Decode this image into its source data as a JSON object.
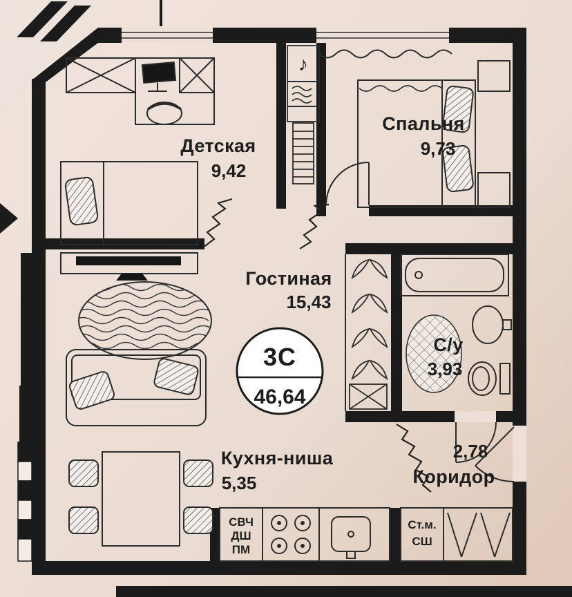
{
  "meta": {
    "type_label": "3С",
    "total_area": "46,64"
  },
  "rooms": [
    {
      "name": "Детская",
      "area": "9,42"
    },
    {
      "name": "Спальня",
      "area": "9,73"
    },
    {
      "name": "Гостиная",
      "area": "15,43"
    },
    {
      "name": "С/у",
      "area": "3,93"
    },
    {
      "name": "Кухня-ниша",
      "area": "5,35"
    },
    {
      "name": "Коридор",
      "area": "2,78"
    }
  ],
  "labels": {
    "kitchen_appliances": [
      "СВЧ",
      "ДШ",
      "ПМ"
    ],
    "laundry": [
      "Ст.м.",
      "СШ"
    ]
  },
  "icons": {
    "music_note": "♪"
  },
  "colors": {
    "paper": "#ebdfd7",
    "wall": "#1b1b1b",
    "ink": "#222222"
  }
}
